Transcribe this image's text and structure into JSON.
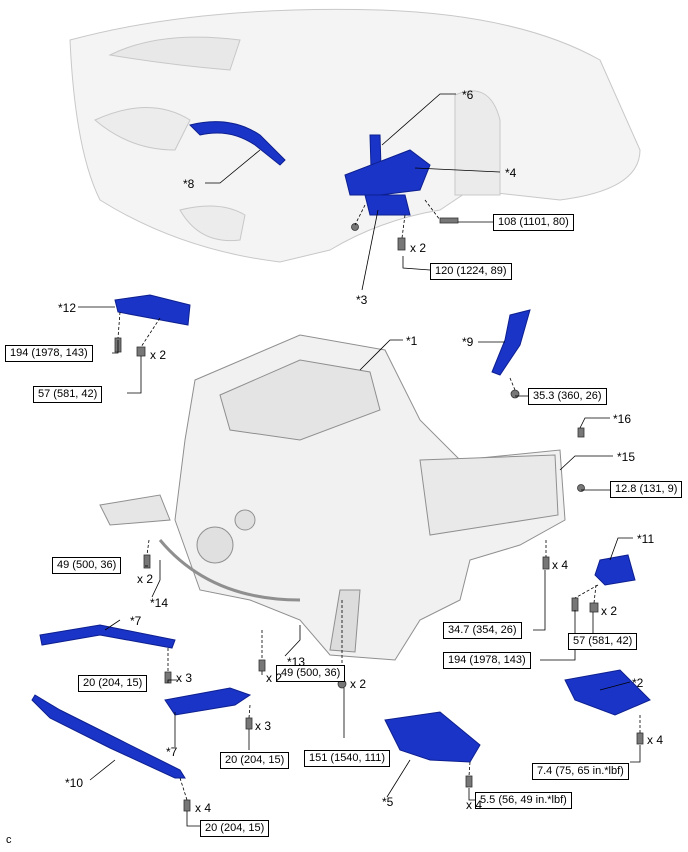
{
  "callouts": {
    "c1": "*1",
    "c2": "*2",
    "c3": "*3",
    "c4": "*4",
    "c5": "*5",
    "c6": "*6",
    "c7a": "*7",
    "c7b": "*7",
    "c8": "*8",
    "c9": "*9",
    "c10": "*10",
    "c11": "*11",
    "c12": "*12",
    "c13": "*13",
    "c14": "*14",
    "c15": "*15",
    "c16": "*16"
  },
  "torques": {
    "t108": "108 (1101, 80)",
    "t120": "120 (1224, 89)",
    "t194a": "194 (1978, 143)",
    "t57a": "57 (581, 42)",
    "t353": "35.3 (360, 26)",
    "t128": "12.8 (131, 9)",
    "t49a": "49 (500, 36)",
    "t347": "34.7 (354, 26)",
    "t57b": "57 (581, 42)",
    "t194b": "194 (1978, 143)",
    "t20a": "20 (204, 15)",
    "t49b": "49 (500, 36)",
    "t20b": "20 (204, 15)",
    "t151": "151 (1540, 111)",
    "t74": "7.4 (75, 65 in.*lbf)",
    "t55": "5.5 (56, 49 in.*lbf)",
    "t20c": "20 (204, 15)"
  },
  "quantities": {
    "q_120": "x 2",
    "q_57a": "x 2",
    "q_49a": "x 2",
    "q_347": "x 4",
    "q_57b": "x 2",
    "q_20a": "x 3",
    "q_49b": "x 2",
    "q_151": "x 2",
    "q_20b": "x 3",
    "q_74": "x 4",
    "q_55": "x 4",
    "q_20c": "x 4"
  },
  "corner_mark": "c",
  "colors": {
    "part_blue": "#1a34c8",
    "outline_gray": "#c8c8c8",
    "line": "#000000"
  }
}
